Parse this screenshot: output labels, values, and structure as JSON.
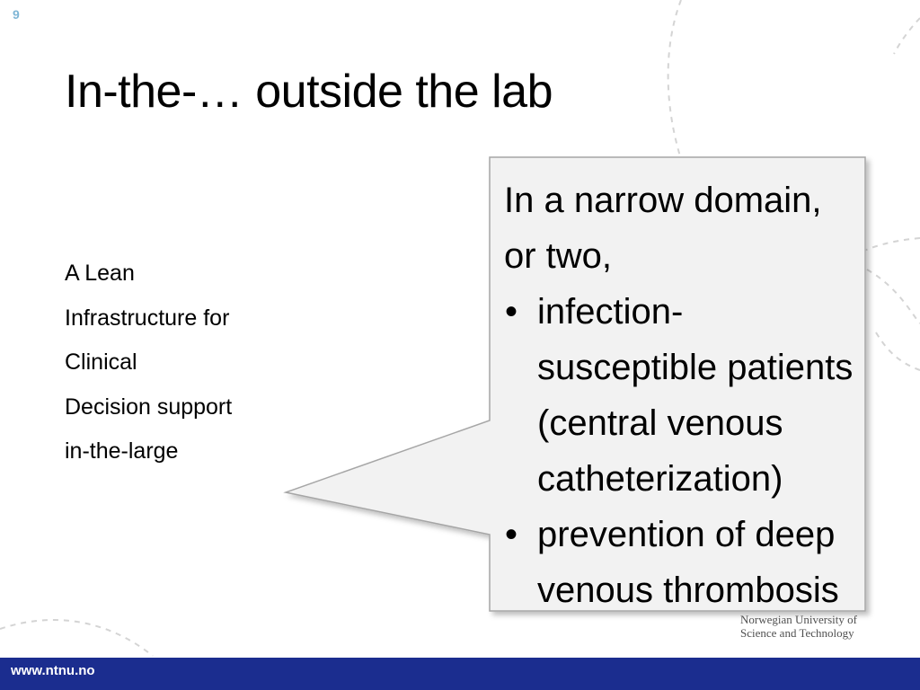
{
  "slide": {
    "number": "9",
    "title": "In-the-… outside the lab",
    "subtitle_lines": [
      "A Lean",
      "Infrastructure for",
      "Clinical",
      "Decision support",
      "in-the-large"
    ]
  },
  "callout": {
    "intro": "In a narrow domain, or two,",
    "bullet_symbol": "•",
    "items": [
      "infection-susceptible patients (central venous catheterization)",
      "prevention of deep venous thrombosis"
    ]
  },
  "footer": {
    "url": "www.ntnu.no",
    "university_lines": [
      "Norwegian University of",
      "Science and Technology"
    ]
  },
  "colors": {
    "footer_bar": "#1b2d8f",
    "slide_number": "#7fb6d6",
    "callout_fill": "#f2f2f2",
    "callout_border": "#a6a6a6"
  }
}
